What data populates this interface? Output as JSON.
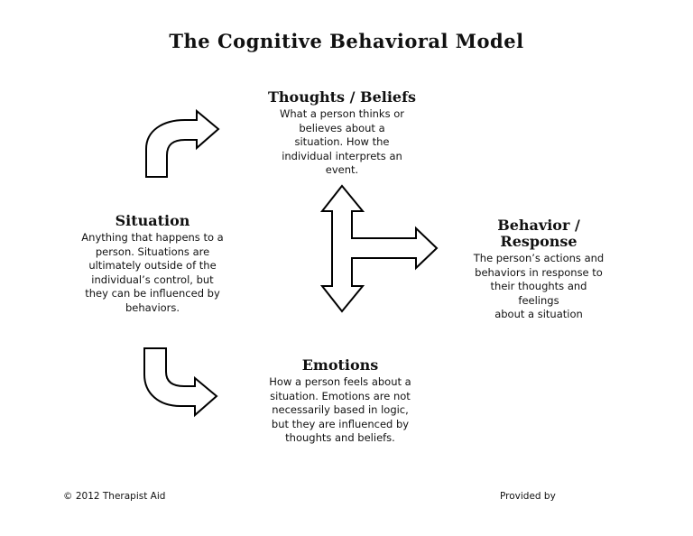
{
  "title": "The Cognitive Behavioral Model",
  "nodes": {
    "thoughts": {
      "heading": "Thoughts  /  Beliefs",
      "description": "What a person thinks or\nbelieves about a\nsituation. How the\nindividual interprets an\nevent."
    },
    "situation": {
      "heading": "Situation",
      "description": "Anything that happens to a\nperson. Situations are\nultimately outside of the\nindividual’s control, but\nthey can be influenced by\nbehaviors."
    },
    "behavior": {
      "heading": "Behavior  /\nResponse",
      "description": "The person’s actions and\nbehaviors in response to\ntheir thoughts and\nfeelings\nabout a situation"
    },
    "emotions": {
      "heading": "Emotions",
      "description": "How a person feels about a\nsituation. Emotions are not\nnecessarily based in logic,\nbut they are influenced by\nthoughts and beliefs."
    }
  },
  "arrows": [
    {
      "icon": "curved-arrow-up-right-icon",
      "from": "situation",
      "to": "thoughts"
    },
    {
      "icon": "curved-arrow-down-right-icon",
      "from": "situation",
      "to": "emotions"
    },
    {
      "icon": "three-way-arrow-icon",
      "connects": [
        "thoughts",
        "emotions",
        "behavior"
      ]
    }
  ],
  "footer": {
    "left": "© 2012 Therapist Aid",
    "right": "Provided by"
  }
}
